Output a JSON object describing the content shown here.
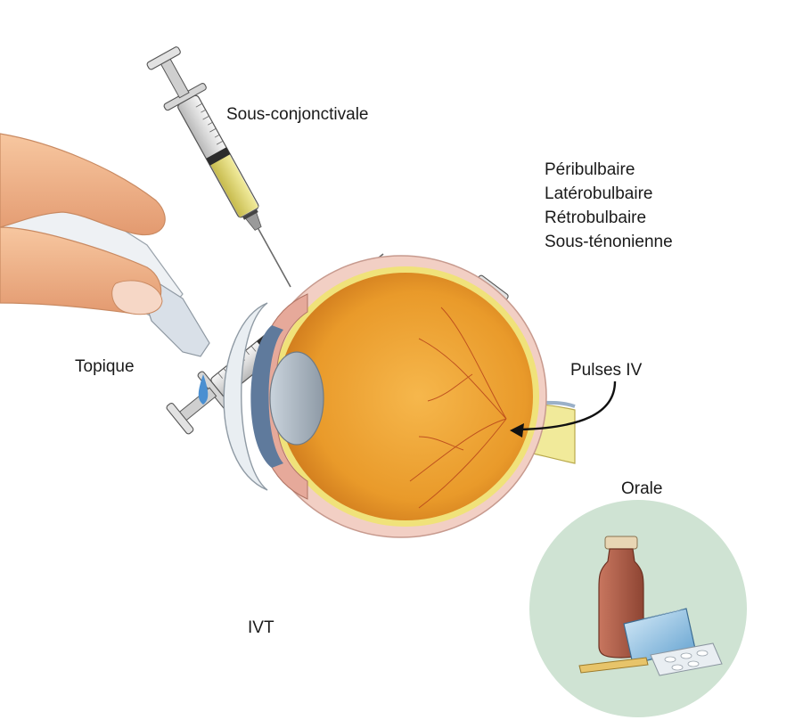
{
  "labels": {
    "sous_conjonctivale": "Sous-conjonctivale",
    "periocular_routes": [
      "Péribulbaire",
      "Latérobulbaire",
      "Rétrobulbaire",
      "Sous-ténonienne"
    ],
    "topique": "Topique",
    "pulses_iv": "Pulses IV",
    "orale": "Orale",
    "ivt": "IVT"
  },
  "colors": {
    "sclera": "#f2cfc4",
    "retina_yellow": "#f0e27a",
    "vitreous": "#e99a2a",
    "syringe_fluid": "#e8e07a",
    "oral_circle": "#cfe3d3",
    "bottle": "#b5604a",
    "pill_box": "#7fb6de"
  }
}
